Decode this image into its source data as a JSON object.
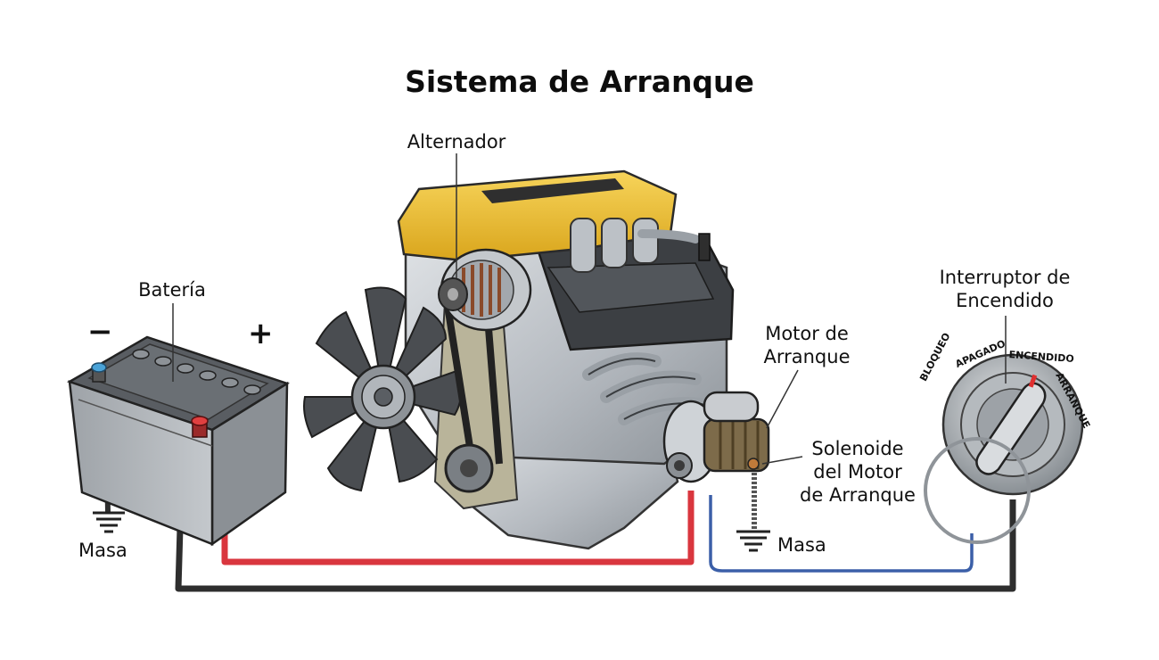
{
  "title": "Sistema de Arranque",
  "labels": {
    "battery": "Batería",
    "negative": "−",
    "positive": "+",
    "ground_left": "Masa",
    "alternator": "Alternador",
    "starter_motor": [
      "Motor de",
      "Arranque"
    ],
    "solenoid": [
      "Solenoide",
      "del Motor",
      "de Arranque"
    ],
    "ground_right": "Masa",
    "ignition_switch": [
      "Interruptor de",
      "Encendido"
    ],
    "switch_positions": [
      "BLOQUEO",
      "APAGADO",
      "ENCENDIDO",
      "ARRANQUE"
    ]
  },
  "colors": {
    "positive_cable": "#d9363e",
    "ground_cable": "#2e2e2e",
    "signal_cable": "#3b5fa8",
    "engine_cover": "#f2c232",
    "switch_marker": "#e03030"
  }
}
